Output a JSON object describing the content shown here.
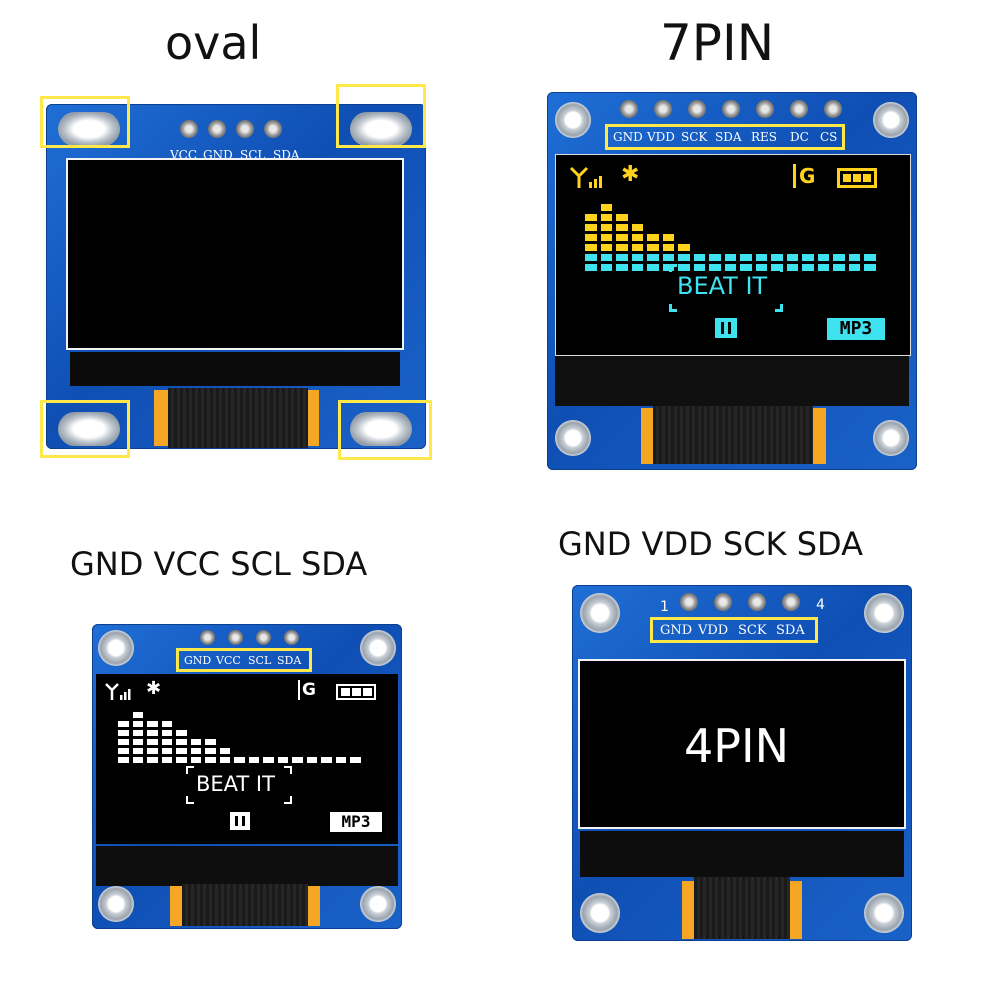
{
  "captions": {
    "oval": "oval",
    "seven_pin": "7PIN",
    "gnd_vcc": "GND VCC SCL SDA",
    "gnd_vdd": "GND VDD SCK SDA"
  },
  "board_oval": {
    "pin_labels": [
      "VCC",
      "GND",
      "SCL",
      "SDA"
    ]
  },
  "board_7pin": {
    "pin_labels": [
      "GND",
      "VDD",
      "SCK",
      "SDA",
      "RES",
      "DC",
      "CS"
    ],
    "display": {
      "song": "BEAT IT",
      "badge": "MP3",
      "network_letter": "G",
      "bt_symbol": "✱"
    }
  },
  "board_4pin_white": {
    "pin_labels": [
      "GND",
      "VCC",
      "SCL",
      "SDA"
    ],
    "display": {
      "song": "BEAT IT",
      "badge": "MP3",
      "network_letter": "G",
      "bt_symbol": "✱"
    }
  },
  "board_4pin": {
    "pin_labels": [
      "GND",
      "VDD",
      "SCK",
      "SDA"
    ],
    "pin_numbers": [
      "1",
      "4"
    ],
    "screen_text": "4PIN"
  },
  "colors": {
    "pcb_blue": "#1565d0",
    "highlight_yellow": "#ffe94a",
    "oled_yellow": "#ffd21e",
    "oled_cyan": "#3fe3ef",
    "oled_white": "#ffffff"
  }
}
